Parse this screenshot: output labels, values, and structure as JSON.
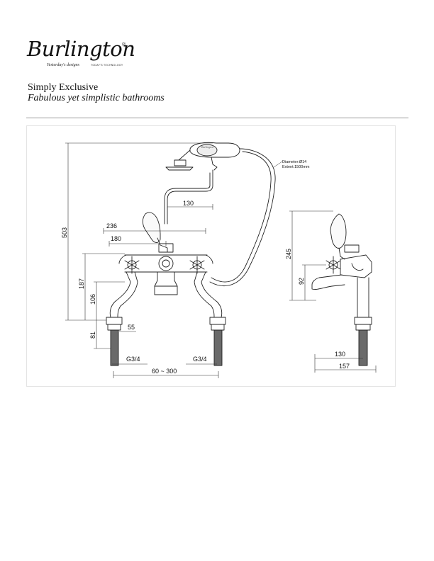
{
  "brand": {
    "name": "Burlington",
    "tagline_left": "Yesterday's designs",
    "tagline_right": "TODAY'S TECHNOLOGY",
    "registered": "®"
  },
  "header": {
    "tagline": "Simply Exclusive",
    "subtagline": "Fabulous yet simplistic bathrooms"
  },
  "drawing": {
    "handset_label": "Burlington",
    "hose_note": [
      "Diameter:Ø14",
      "Extent:1500mm"
    ],
    "front_dims": {
      "overall_height": "503",
      "spout_reach": "130",
      "handle_width": "236",
      "handle_offset": "180",
      "upper_height": "187",
      "body_height": "106",
      "leg_height": "81",
      "pipe_dia": "55",
      "thread_left": "G3/4",
      "thread_right": "G3/4",
      "centres": "60 ~ 300"
    },
    "side_dims": {
      "height": "245",
      "spout_height": "92",
      "reach_inner": "130",
      "reach_outer": "157"
    }
  }
}
